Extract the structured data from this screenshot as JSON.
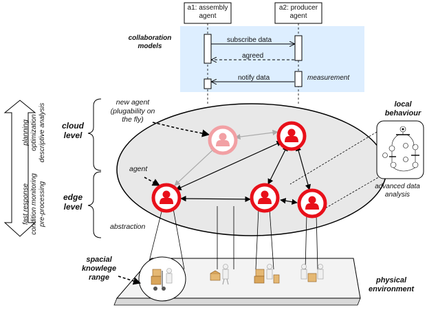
{
  "collaboration": {
    "title_line1": "collaboration",
    "title_line2": "models",
    "agent_a1_line1": "a1: assembly",
    "agent_a1_line2": "agent",
    "agent_a2_line1": "a2: producer",
    "agent_a2_line2": "agent",
    "messages": [
      "subscribe data",
      "agreed",
      "notify data"
    ],
    "measurement": "measurement"
  },
  "levels": {
    "cloud_line1": "cloud",
    "cloud_line2": "level",
    "edge_line1": "edge",
    "edge_line2": "level"
  },
  "vertical_arrow": {
    "top_labels": [
      "planning",
      "optimization",
      "descriptive analysis"
    ],
    "bottom_labels": [
      "fast response",
      "condition monitoring",
      "pre-processing"
    ]
  },
  "annotations": {
    "new_agent_line1": "new agent",
    "new_agent_line2": "(plugability on",
    "new_agent_line3": "the fly)",
    "agent": "agent",
    "abstraction": "abstraction",
    "local_behaviour_line1": "local",
    "local_behaviour_line2": "behaviour",
    "advanced_line1": "advanced data",
    "advanced_line2": "analysis",
    "spacial_line1": "spacial",
    "spacial_line2": "knowlege",
    "spacial_line3": "range",
    "physical_line1": "physical",
    "physical_line2": "environment"
  },
  "colors": {
    "agent_red": "#e8101a",
    "agent_faded": "#f2a0a4",
    "ellipse_fill": "#e8e8e8",
    "seq_bg": "#ddeeff",
    "platform_fill": "#f3f3f3"
  }
}
